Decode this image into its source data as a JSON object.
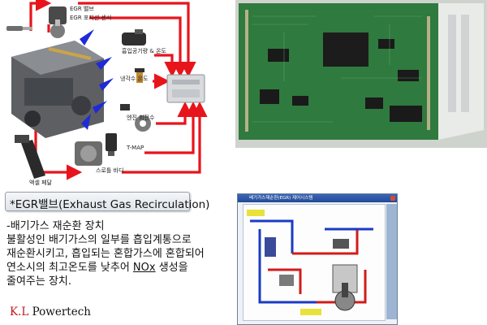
{
  "diagram": {
    "labels": {
      "egr_valve": "EGR 밸브",
      "egr_position_sensor": "EGR 포지션 센서",
      "intake_air_temp": "흡입공기량 & 온도",
      "coolant_temp": "냉각수 온도",
      "engine_rpm": "엔진 회전수",
      "tmap": "T-MAP",
      "throttle_position": "스로틀 바디",
      "accel_pedal": "액셀 페달"
    }
  },
  "definition": {
    "title": "*EGR밸브(Exhaust Gas Recirculation)",
    "subtitle": "-배기가스 재순환 장치",
    "line1": "불활성인 배기가스의 일부를 흡입계통으로",
    "line2": "재순환시키고, 흡입되는 혼합가스에 혼합되어",
    "line3_pre": "연소시의 최고온도를  낮추어 ",
    "line3_nox": "NOx",
    "line3_post": " 생성을",
    "line4": "줄여주는 장치."
  },
  "brand": {
    "kl": "K.L",
    "name": " Powertech"
  },
  "system_window": {
    "title": "배기가스재순환(EGR) 제어시스템"
  },
  "colors": {
    "arrow": "#e8141c",
    "pointer": "#1f2ad6",
    "brand_red": "#c0161b"
  }
}
